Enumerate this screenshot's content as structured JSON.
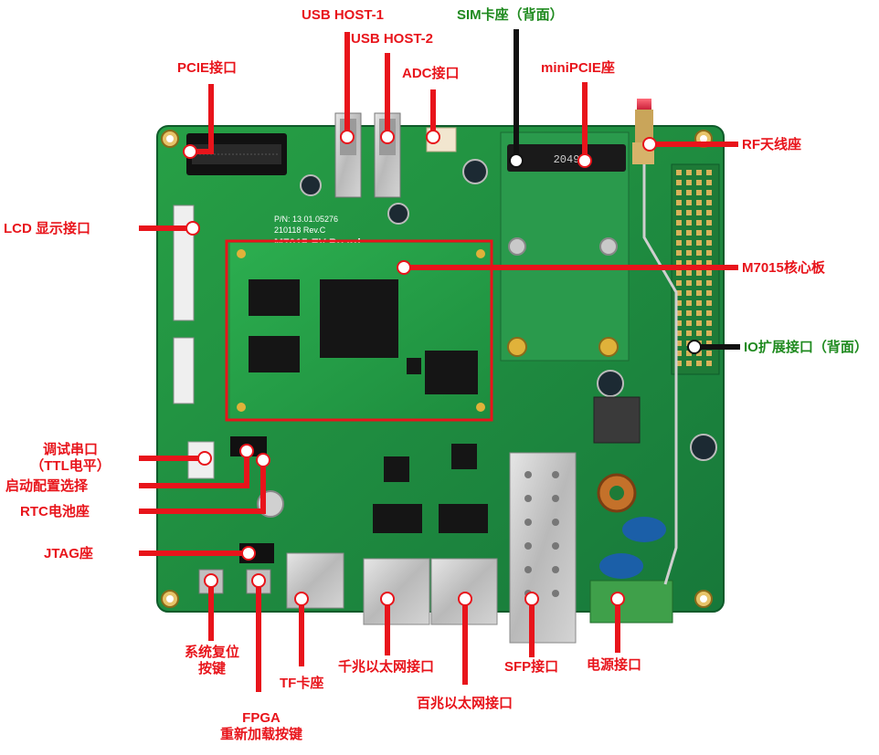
{
  "colors": {
    "label_red": "#e8141b",
    "label_green": "#1f8a1f",
    "pcb_green": "#1e8a3a",
    "highlight_box": "#e8141b"
  },
  "board": {
    "pn_text": "P/N: 13.01.05276",
    "rev_text": "210118 Rev.C",
    "name_text": "M7015-EV-Board",
    "sim_code": "2049"
  },
  "labels": {
    "usb_host_1": "USB HOST-1",
    "usb_host_2": "USB HOST-2",
    "sim_slot": "SIM卡座（背面）",
    "pcie": "PCIE接口",
    "adc": "ADC接口",
    "minipcie": "miniPCIE座",
    "rf_antenna": "RF天线座",
    "lcd": "LCD 显示接口",
    "core_board": "M7015核心板",
    "io_expansion": "IO扩展接口（背面）",
    "debug_uart_line1": "调试串口",
    "debug_uart_line2": "（TTL电平）",
    "boot_config": "启动配置选择",
    "rtc_battery": "RTC电池座",
    "jtag": "JTAG座",
    "reset_line1": "系统复位",
    "reset_line2": "按键",
    "tf_slot": "TF卡座",
    "gigabit_eth": "千兆以太网接口",
    "fast_eth": "百兆以太网接口",
    "sfp": "SFP接口",
    "power": "电源接口",
    "fpga_line1": "FPGA",
    "fpga_line2": "重新加载按键"
  }
}
